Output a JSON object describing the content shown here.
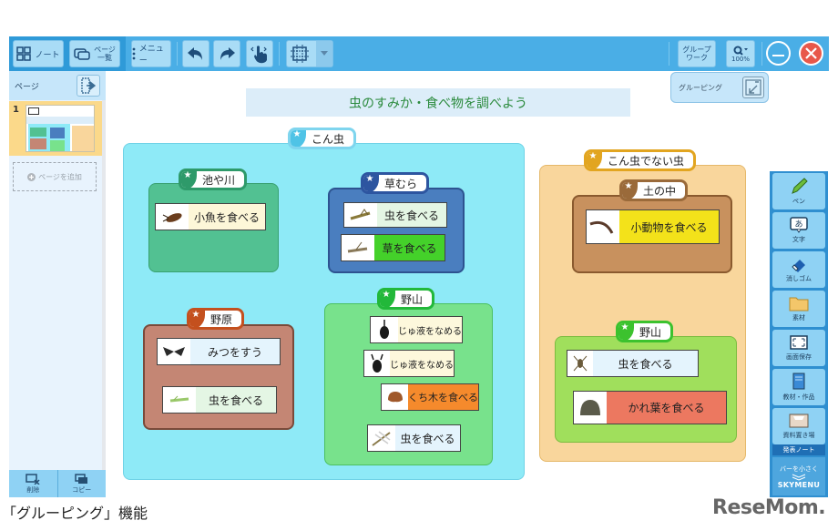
{
  "toolbar": {
    "note_label": "ノート",
    "page_list_label_1": "ページ",
    "page_list_label_2": "一覧",
    "menu_label": "メニュー",
    "group_work_label_1": "グループ",
    "group_work_label_2": "ワーク",
    "zoom_level": "100%"
  },
  "sidebar": {
    "header_label": "ページ",
    "pages": [
      {
        "number": "1"
      }
    ],
    "add_page_label": "ページを追加",
    "delete_label": "削除",
    "copy_label": "コピー"
  },
  "canvas": {
    "title": "虫のすみか・食べ物を調べよう",
    "grouping_popup_label": "グルーピング",
    "groups": {
      "insects": {
        "label": "こん虫",
        "color": "#8eeaf7",
        "tag_color": "#4fc3e6"
      },
      "pond": {
        "label": "池や川",
        "color": "#52c192",
        "tag_color": "#2e9a6a",
        "cards": [
          {
            "text": "小魚を食べる",
            "bg": "#fdf7d8"
          }
        ]
      },
      "grass": {
        "label": "草むら",
        "color": "#4a7ebf",
        "tag_color": "#2d55a0",
        "cards": [
          {
            "text": "虫を食べる",
            "bg": "#e4f6e4"
          },
          {
            "text": "草を食べる",
            "bg": "#44d12a"
          }
        ]
      },
      "field": {
        "label": "野原",
        "color": "#c48674",
        "tag_color": "#c4501e",
        "cards": [
          {
            "text": "みつをすう",
            "bg": "#e4f4fd"
          },
          {
            "text": "虫を食べる",
            "bg": "#e4f6e4"
          }
        ]
      },
      "mountain": {
        "label": "野山",
        "color": "#78e28c",
        "tag_color": "#22b83a",
        "cards": [
          {
            "text": "じゅ液をなめる",
            "bg": "#fdf8dc"
          },
          {
            "text": "じゅ液をなめる",
            "bg": "#fdf8dc"
          },
          {
            "text": "くち木を食べる",
            "bg": "#f58a2c"
          },
          {
            "text": "虫を食べる",
            "bg": "#e4f4fd"
          }
        ]
      },
      "non_insects": {
        "label": "こん虫でない虫",
        "color": "#f9d69c",
        "tag_color": "#e2a520"
      },
      "soil": {
        "label": "土の中",
        "color": "#c8915e",
        "tag_color": "#9a6a3a",
        "cards": [
          {
            "text": "小動物を食べる",
            "bg": "#f3e21a"
          }
        ]
      },
      "mountain2": {
        "label": "野山",
        "color": "#a0df5c",
        "tag_color": "#3cc22e",
        "cards": [
          {
            "text": "虫を食べる",
            "bg": "#e4f4fd"
          },
          {
            "text": "かれ葉を食べる",
            "bg": "#ec7860"
          }
        ]
      }
    }
  },
  "rightbar": {
    "tools": [
      {
        "label": "ペン",
        "icon": "pen-icon"
      },
      {
        "label": "文字",
        "icon": "text-icon"
      },
      {
        "label": "消しゴム",
        "icon": "eraser-icon"
      },
      {
        "label": "素材",
        "icon": "folder-icon"
      },
      {
        "label": "画面保存",
        "icon": "screen-capture-icon"
      },
      {
        "label": "教材・作品",
        "icon": "book-icon"
      },
      {
        "label": "資料置き場",
        "icon": "tray-icon"
      }
    ],
    "present_note_label": "発表ノート",
    "shrink_bar_label": "バーを小さく",
    "brand": "SKYMENU"
  },
  "caption": "「グルーピング」機能",
  "watermark": "ReseMom."
}
